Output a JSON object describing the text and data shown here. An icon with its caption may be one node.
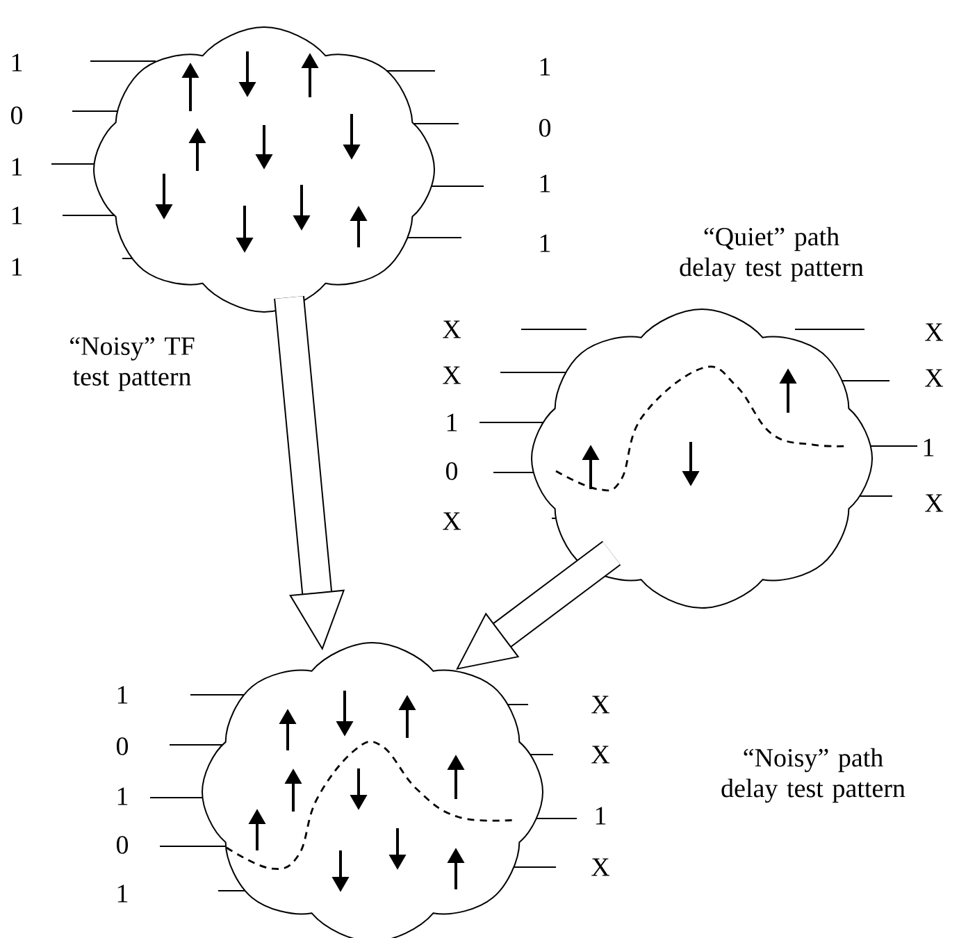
{
  "diagram": {
    "nodes": [
      {
        "text": [],
        "shape": "cloud"
      },
      {
        "text": [],
        "shape": "cloud"
      },
      {
        "text": [],
        "shape": "cloud"
      }
    ],
    "edges": [
      {
        "from": 0,
        "to": 2,
        "arrow": "to"
      },
      {
        "from": 1,
        "to": 2,
        "arrow": "to"
      }
    ],
    "labels": [
      "1",
      "0",
      "1",
      "1",
      "1",
      "1",
      "0",
      "1",
      "1",
      "“Quiet” path delay test pattern",
      "“Noisy” TF test pattern",
      "X",
      "X",
      "1",
      "0",
      "X",
      "X",
      "X",
      "1",
      "X",
      "1",
      "0",
      "1",
      "0",
      "1",
      "X",
      "X",
      "1",
      "X",
      "“Noisy” path delay test pattern"
    ]
  }
}
